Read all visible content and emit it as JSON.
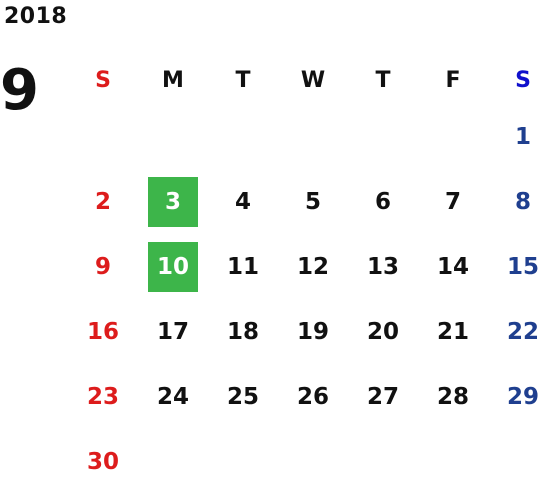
{
  "calendar": {
    "year": "2018",
    "month": "9",
    "weekdays": [
      "S",
      "M",
      "T",
      "W",
      "T",
      "F",
      "S"
    ],
    "weeks": [
      [
        "",
        "",
        "",
        "",
        "",
        "",
        "1"
      ],
      [
        "2",
        "3",
        "4",
        "5",
        "6",
        "7",
        "8"
      ],
      [
        "9",
        "10",
        "11",
        "12",
        "13",
        "14",
        "15"
      ],
      [
        "16",
        "17",
        "18",
        "19",
        "20",
        "21",
        "22"
      ],
      [
        "23",
        "24",
        "25",
        "26",
        "27",
        "28",
        "29"
      ],
      [
        "30",
        "",
        "",
        "",
        "",
        "",
        ""
      ]
    ],
    "highlighted_days": [
      "3",
      "10"
    ],
    "colors": {
      "sunday": "#dd1c1c",
      "saturday_header": "#1010cc",
      "saturday": "#1f3f8f",
      "highlight": "#3db54a",
      "default": "#111111"
    }
  }
}
